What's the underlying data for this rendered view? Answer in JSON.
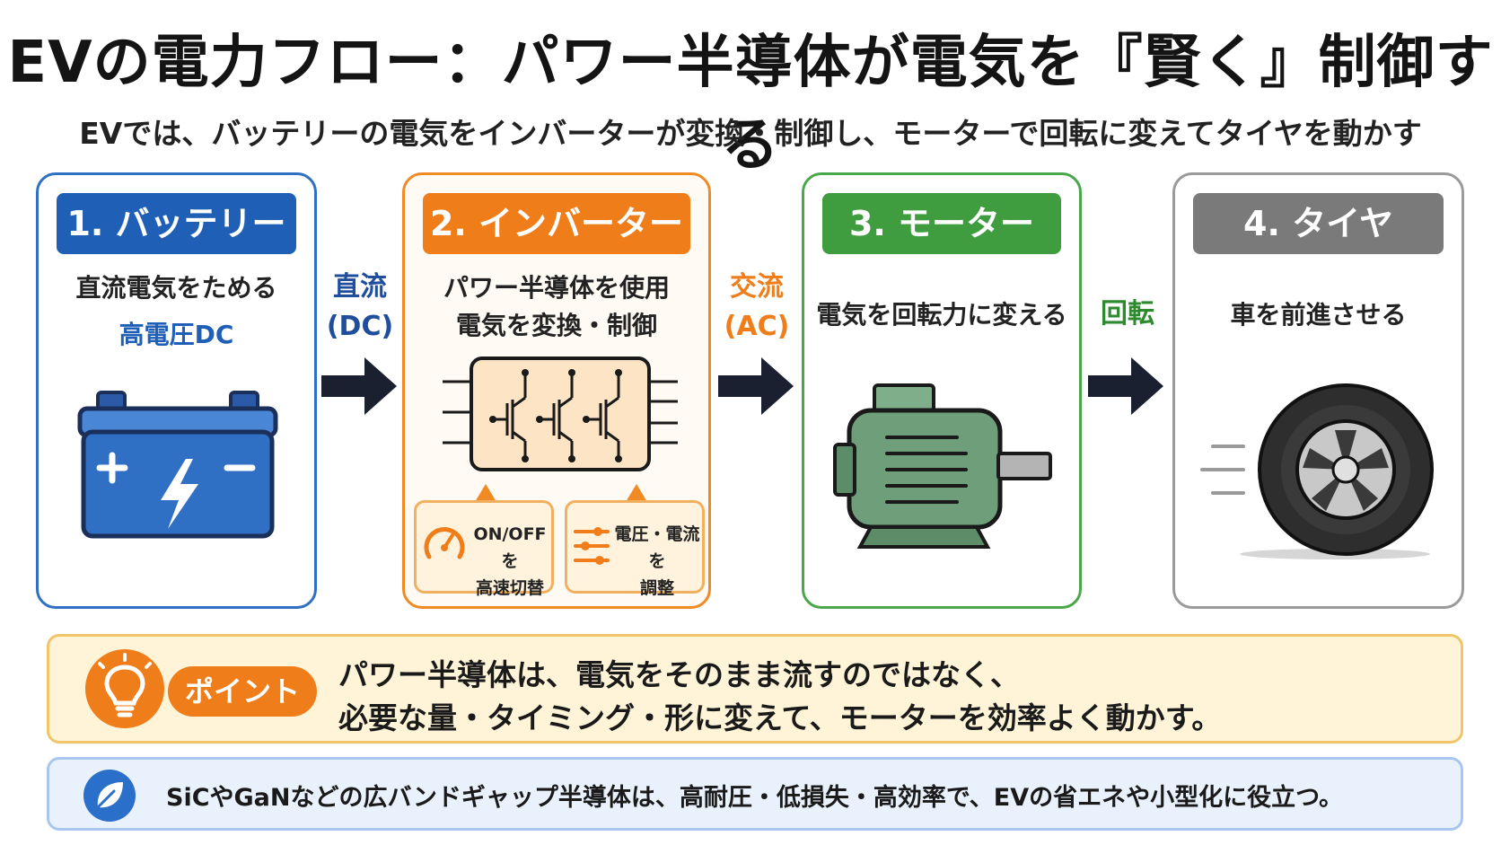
{
  "title": "EVの電力フロー：パワー半導体が電気を『賢く』制御する",
  "subtitle": "EVでは、バッテリーの電気をインバーターが変換・制御し、モーターで回転に変えてタイヤを動かす",
  "steps": [
    {
      "header": "1. バッテリー",
      "desc": "直流電気をためる",
      "sub": "高電圧DC",
      "icon": "battery-icon"
    },
    {
      "header": "2. インバーター",
      "desc_line1": "パワー半導体を使用",
      "desc_line2": "電気を変換・制御",
      "icon": "inverter-circuit-icon",
      "features": [
        {
          "icon": "speedometer-icon",
          "line1": "ON/OFFを",
          "line2": "高速切替"
        },
        {
          "icon": "sliders-icon",
          "line1": "電圧・電流を",
          "line2": "調整"
        }
      ]
    },
    {
      "header": "3. モーター",
      "desc": "電気を回転力に変える",
      "icon": "motor-icon"
    },
    {
      "header": "4. タイヤ",
      "desc": "車を前進させる",
      "icon": "tire-icon"
    }
  ],
  "connectors": [
    {
      "line1": "直流",
      "line2": "(DC)"
    },
    {
      "line1": "交流",
      "line2": "(AC)"
    },
    {
      "line1": "回転"
    }
  ],
  "point": {
    "badge": "ポイント",
    "line1": "パワー半導体は、電気をそのまま流すのではなく、",
    "line2": "必要な量・タイミング・形に変えて、モーターを効率よく動かす。"
  },
  "info": {
    "text": "SiCやGaNなどの広バンドギャップ半導体は、高耐圧・低損失・高効率で、EVの省エネや小型化に役立つ。"
  },
  "colors": {
    "battery": "#1f5fb5",
    "inverter": "#ef7d1a",
    "motor": "#3f9c3f",
    "tire": "#7a7a7a"
  }
}
